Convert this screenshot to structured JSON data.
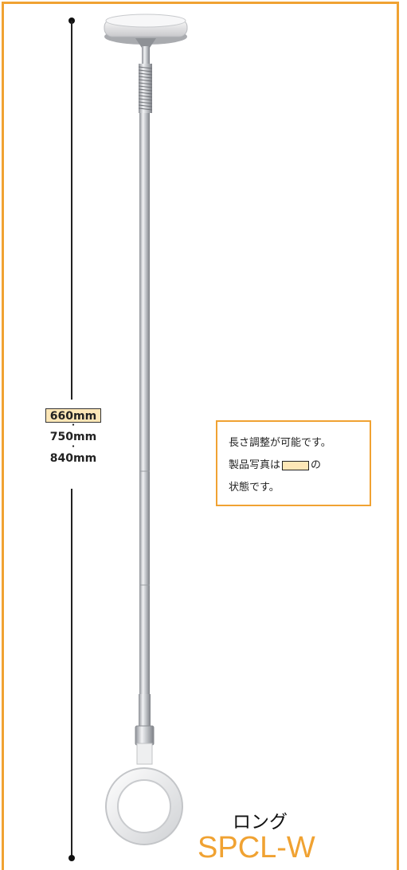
{
  "lengths": {
    "selected": "660mm",
    "options": [
      "660mm",
      "750mm",
      "840mm"
    ],
    "separator": "・"
  },
  "note": {
    "line1": "長さ調整が可能です。",
    "line2_pre": "製品写真は",
    "line2_post": "の",
    "line3": "状態です。"
  },
  "product": {
    "type_label": "ロング",
    "model": "SPCL-W"
  },
  "colors": {
    "frame": "#f0a232",
    "highlight": "#fde7b7"
  },
  "icons": [
    "ceiling-mount-icon",
    "rod-icon",
    "ring-handle-icon"
  ]
}
